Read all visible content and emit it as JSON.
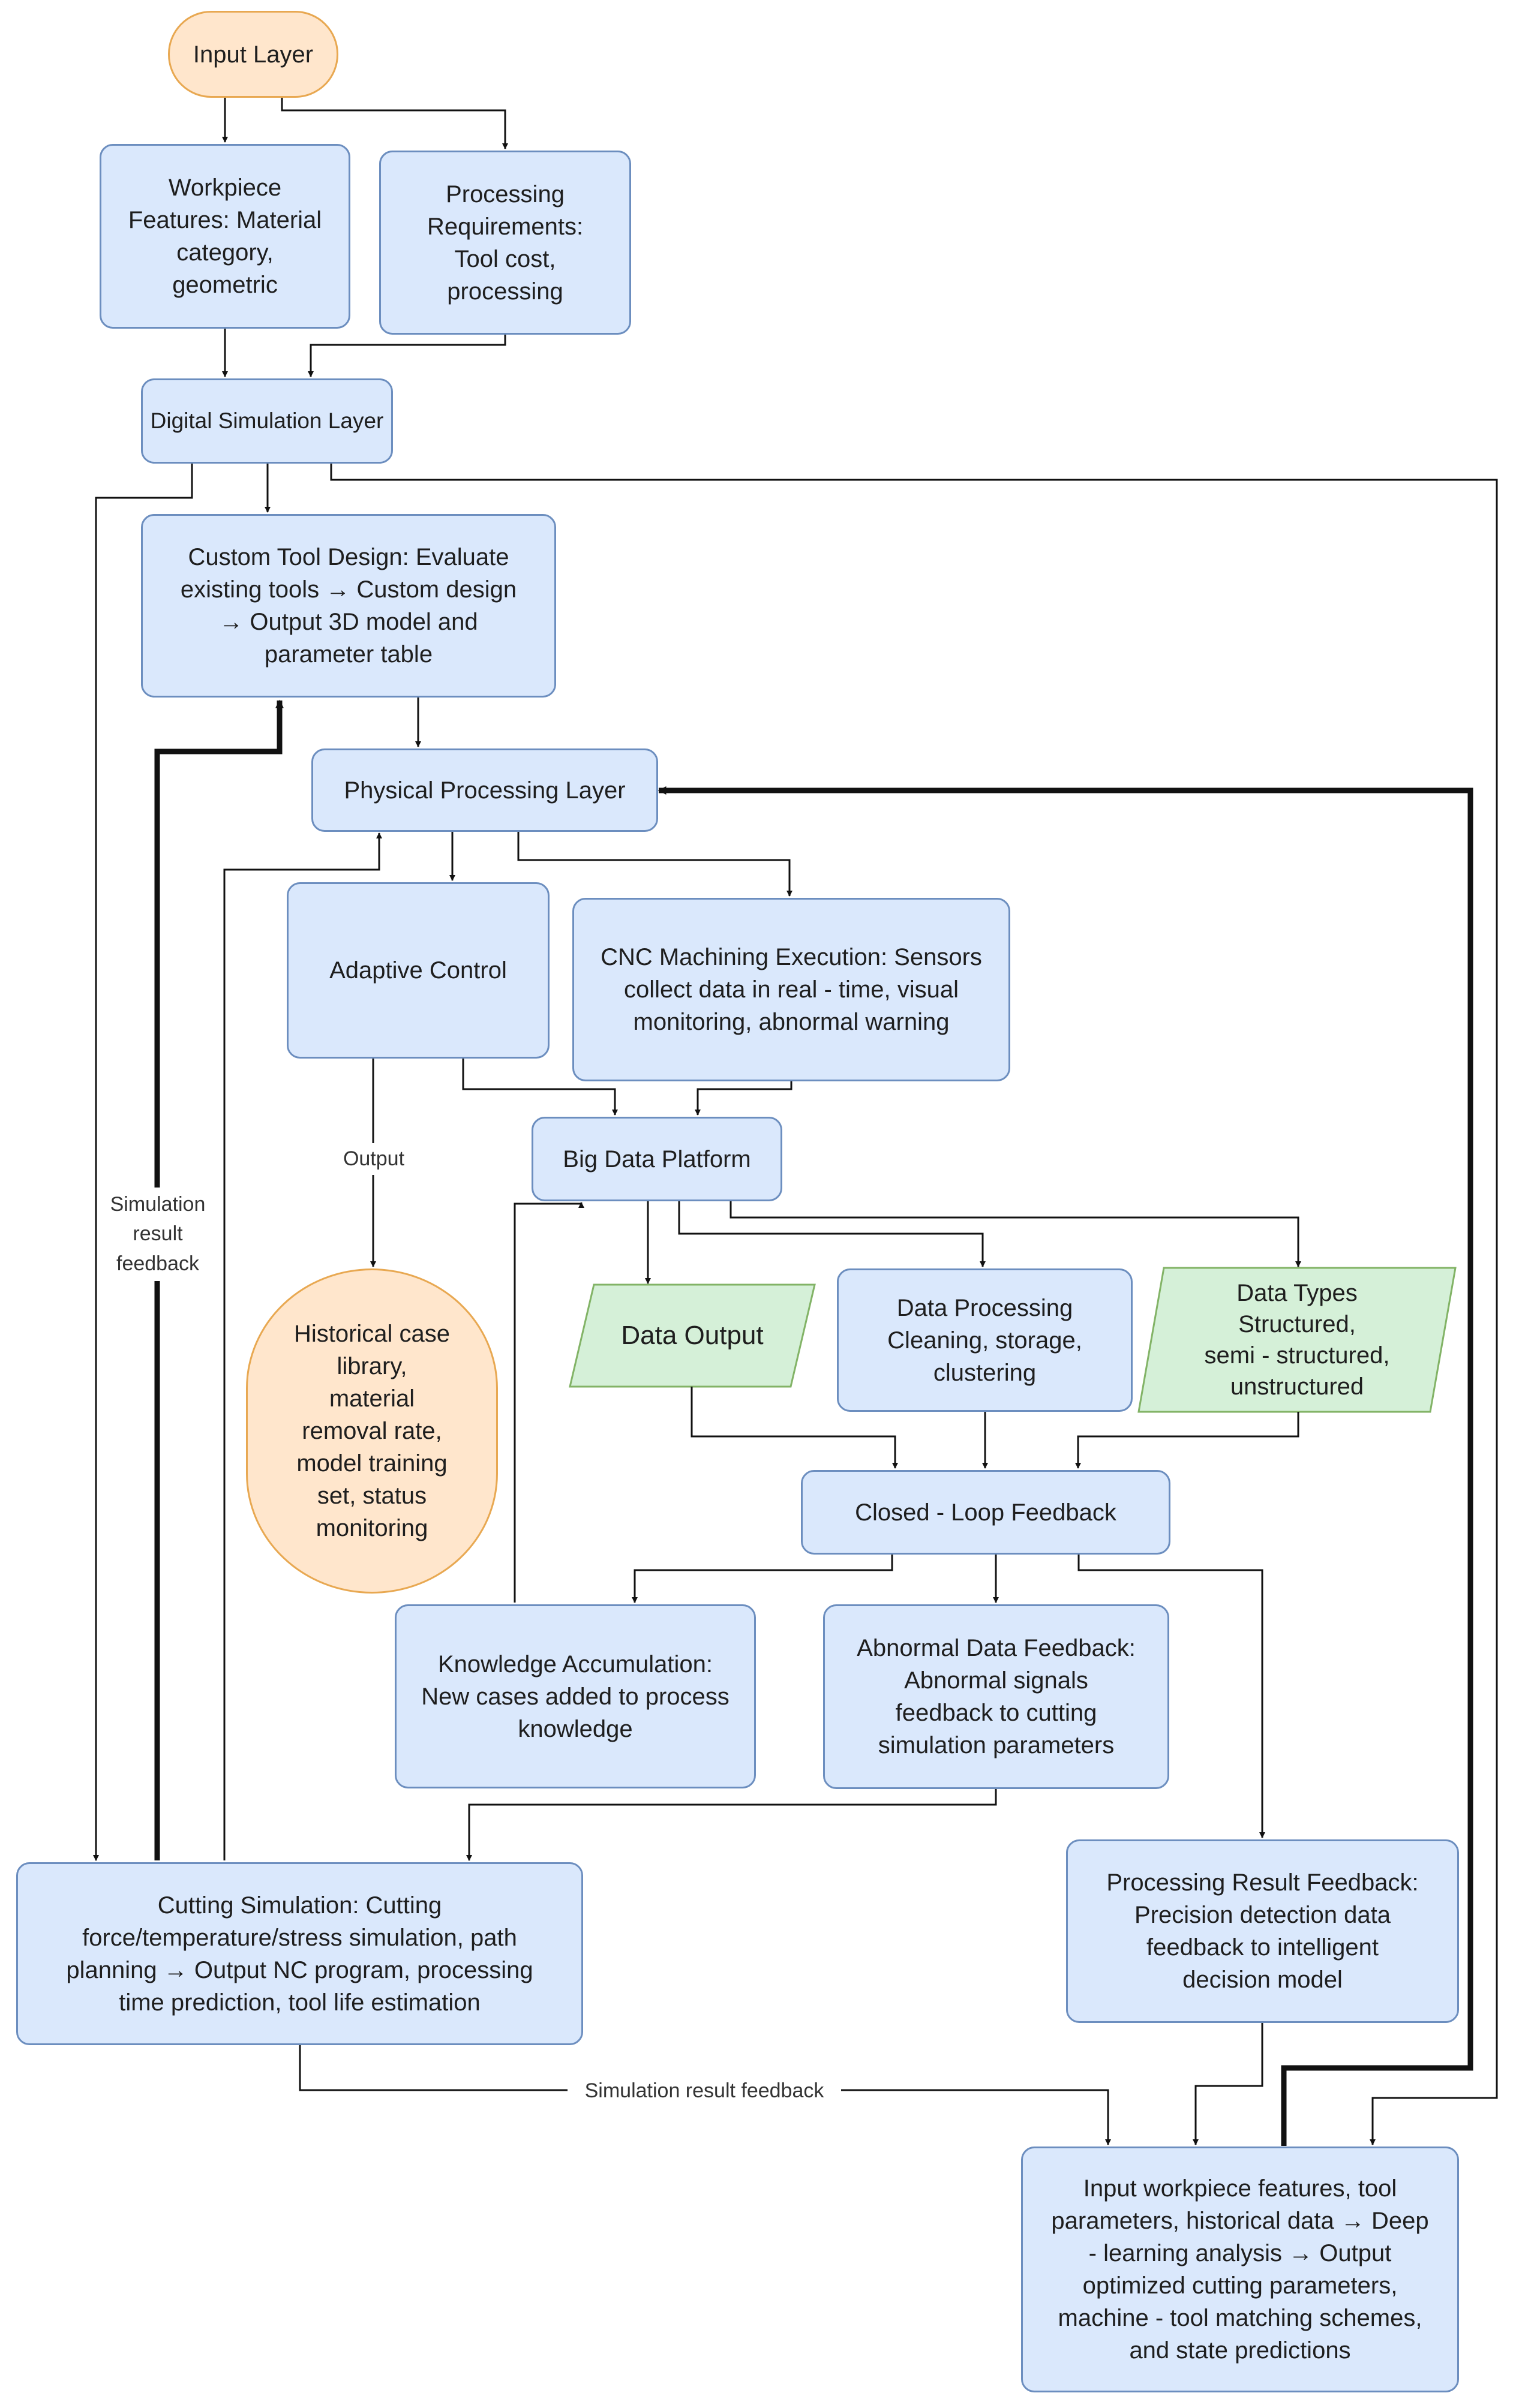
{
  "nodes": {
    "input_layer": "Input Layer",
    "workpiece_features": "Workpiece\nFeatures: Material\ncategory,\ngeometric",
    "processing_requirements": "Processing\nRequirements:\nTool cost,\nprocessing",
    "digital_simulation_layer": "Digital Simulation Layer",
    "custom_tool_design": "Custom Tool Design: Evaluate\nexisting tools → Custom design\n→ Output 3D model and\nparameter table",
    "physical_processing_layer": "Physical Processing Layer",
    "adaptive_control": "Adaptive Control",
    "cnc_machining": "CNC Machining Execution: Sensors\ncollect data in real - time, visual\nmonitoring, abnormal warning",
    "big_data_platform": "Big Data Platform",
    "historical_case_library": "Historical case\nlibrary,\nmaterial\nremoval rate,\nmodel training\nset, status\nmonitoring",
    "data_output": "Data Output",
    "data_processing": "Data Processing\nCleaning, storage,\nclustering",
    "data_types": "Data Types Structured,\nsemi - structured,\nunstructured",
    "closed_loop_feedback": "Closed - Loop Feedback",
    "knowledge_accumulation": "Knowledge Accumulation:\nNew cases added to process\nknowledge",
    "abnormal_data_feedback": "Abnormal Data Feedback:\nAbnormal signals\nfeedback to cutting\nsimulation parameters",
    "cutting_simulation": "Cutting Simulation: Cutting\nforce/temperature/stress simulation, path\nplanning → Output NC program, processing\ntime prediction, tool life estimation",
    "processing_result_feedback": "Processing Result Feedback:\nPrecision detection data\nfeedback to intelligent\ndecision model",
    "deep_learning_analysis": "Input workpiece features, tool\nparameters, historical data → Deep\n- learning analysis → Output\noptimized cutting parameters,\nmachine - tool matching schemes,\nand state predictions"
  },
  "edge_labels": {
    "output": "Output",
    "simulation_result_feedback_left": "Simulation\nresult\nfeedback",
    "simulation_result_feedback_bottom": "Simulation result feedback"
  },
  "colors": {
    "blue_fill": "#dae8fc",
    "blue_stroke": "#6c8ebf",
    "orange_fill": "#ffe6cc",
    "orange_stroke": "#e8a851",
    "green_fill": "#d5f0d8",
    "green_stroke": "#82b366",
    "line": "#111111"
  }
}
